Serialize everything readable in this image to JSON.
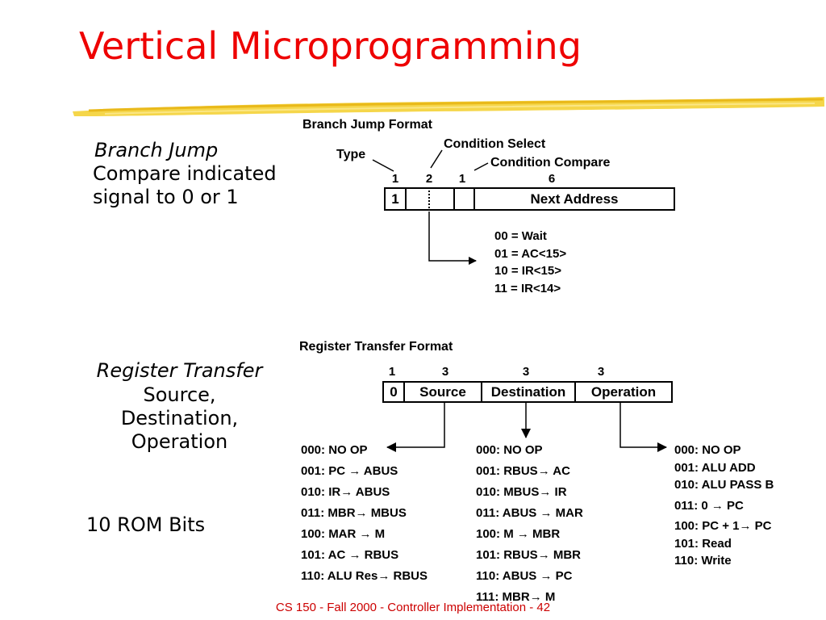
{
  "slide": {
    "title": "Vertical Microprogramming",
    "footer": "CS 150 - Fall 2000 - Controller Implementation - 42"
  },
  "branch": {
    "side_heading": "Branch Jump",
    "side_line1": "Compare indicated",
    "side_line2": "signal to 0 or 1",
    "format_title": "Branch Jump Format",
    "label_type": "Type",
    "label_condition_select": "Condition Select",
    "label_condition_compare": "Condition Compare",
    "widths": [
      "1",
      "2",
      "1",
      "6"
    ],
    "type_value": "1",
    "next_address": "Next Address",
    "conditions": [
      "00 = Wait",
      "01 = AC<15>",
      "10 = IR<15>",
      "11 = IR<14>"
    ]
  },
  "register": {
    "side_heading": "Register Transfer",
    "side_line1": "Source,",
    "side_line2": "Destination,",
    "side_line3": "Operation",
    "format_title": "Register Transfer Format",
    "widths": [
      "1",
      "3",
      "3",
      "3"
    ],
    "type_value": "0",
    "field_source": "Source",
    "field_destination": "Destination",
    "field_operation": "Operation",
    "source_list": [
      "000: NO OP",
      "001: PC → ABUS",
      "010: IR→ ABUS",
      "011: MBR→ MBUS",
      "100: MAR → M",
      "101: AC → RBUS",
      "110: ALU Res→ RBUS"
    ],
    "destination_list": [
      "000: NO OP",
      "001: RBUS→ AC",
      "010: MBUS→ IR",
      "011: ABUS → MAR",
      "100: M → MBR",
      "101: RBUS→ MBR",
      "110: ABUS → PC",
      "111: MBR→ M"
    ],
    "operation_list": [
      "000: NO OP",
      "001: ALU ADD",
      "010: ALU PASS B",
      "011: 0 → PC",
      "100: PC + 1→ PC",
      "101: Read",
      "110: Write"
    ]
  },
  "rom_bits": "10 ROM Bits",
  "colors": {
    "title": "#ee0000",
    "footer": "#cc0000",
    "underline": "#f2cc2a"
  }
}
